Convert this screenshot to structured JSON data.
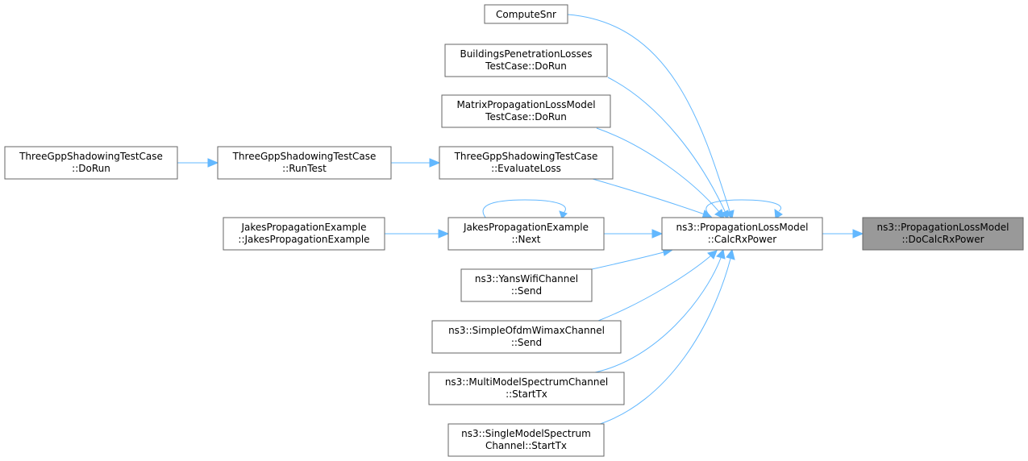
{
  "graph": {
    "nodes": {
      "target": {
        "line1": "ns3::PropagationLossModel",
        "line2": "::DoCalcRxPower"
      },
      "calcrx": {
        "line1": "ns3::PropagationLossModel",
        "line2": "::CalcRxPower"
      },
      "computesnr": {
        "line1": "ComputeSnr"
      },
      "buildings": {
        "line1": "BuildingsPenetrationLosses",
        "line2": "TestCase::DoRun"
      },
      "matrix": {
        "line1": "MatrixPropagationLossModel",
        "line2": "TestCase::DoRun"
      },
      "evaluate": {
        "line1": "ThreeGppShadowingTestCase",
        "line2": "::EvaluateLoss"
      },
      "runtest": {
        "line1": "ThreeGppShadowingTestCase",
        "line2": "::RunTest"
      },
      "dorun": {
        "line1": "ThreeGppShadowingTestCase",
        "line2": "::DoRun"
      },
      "jakesnext": {
        "line1": "JakesPropagationExample",
        "line2": "::Next"
      },
      "jakesctor": {
        "line1": "JakesPropagationExample",
        "line2": "::JakesPropagationExample"
      },
      "yans": {
        "line1": "ns3::YansWifiChannel",
        "line2": "::Send"
      },
      "ofdm": {
        "line1": "ns3::SimpleOfdmWimaxChannel",
        "line2": "::Send"
      },
      "multimodel": {
        "line1": "ns3::MultiModelSpectrumChannel",
        "line2": "::StartTx"
      },
      "singlemodel": {
        "line1": "ns3::SingleModelSpectrum",
        "line2": "Channel::StartTx"
      }
    },
    "colors": {
      "edge": "#63b8ff",
      "node_border": "#666666",
      "highlight_fill": "#999999",
      "node_fill": "#ffffff"
    }
  }
}
